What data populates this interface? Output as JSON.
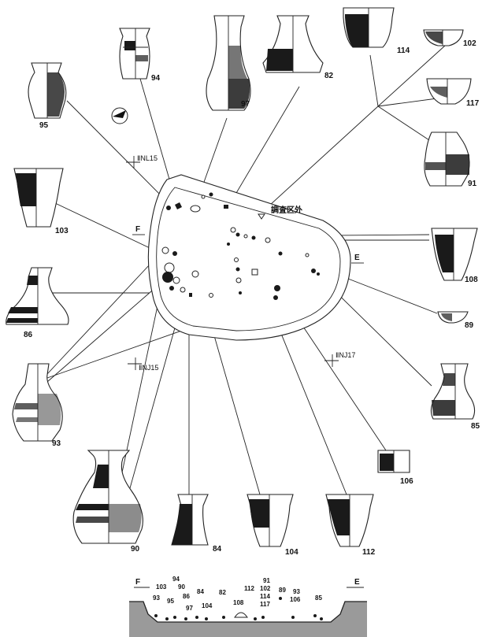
{
  "outside_label": "調査区外",
  "grid_labels": {
    "nl15": "ⅡNL15",
    "nj15": "ⅡNJ15",
    "nj17": "ⅡNJ17"
  },
  "section_labels": {
    "f_top": "F",
    "e_top": "E",
    "f_bottom": "F",
    "e_bottom": "E"
  },
  "vessel_numbers": {
    "v95": "95",
    "v94": "94",
    "v97": "97",
    "v82": "82",
    "v114": "114",
    "v102": "102",
    "v117": "117",
    "v91": "91",
    "v103": "103",
    "v108": "108",
    "v86": "86",
    "v89": "89",
    "v93": "93",
    "v85": "85",
    "v106": "106",
    "v90": "90",
    "v84": "84",
    "v104": "104",
    "v112": "112"
  },
  "section_numbers": {
    "s93": "93",
    "s103": "103",
    "s95": "95",
    "s94": "94",
    "s90": "90",
    "s86": "86",
    "s97": "97",
    "s84": "84",
    "s104": "104",
    "s82": "82",
    "s108": "108",
    "s112": "112",
    "s91": "91",
    "s102": "102",
    "s114": "114",
    "s117": "117",
    "s89": "89",
    "s93b": "93",
    "s106": "106",
    "s85": "85"
  }
}
